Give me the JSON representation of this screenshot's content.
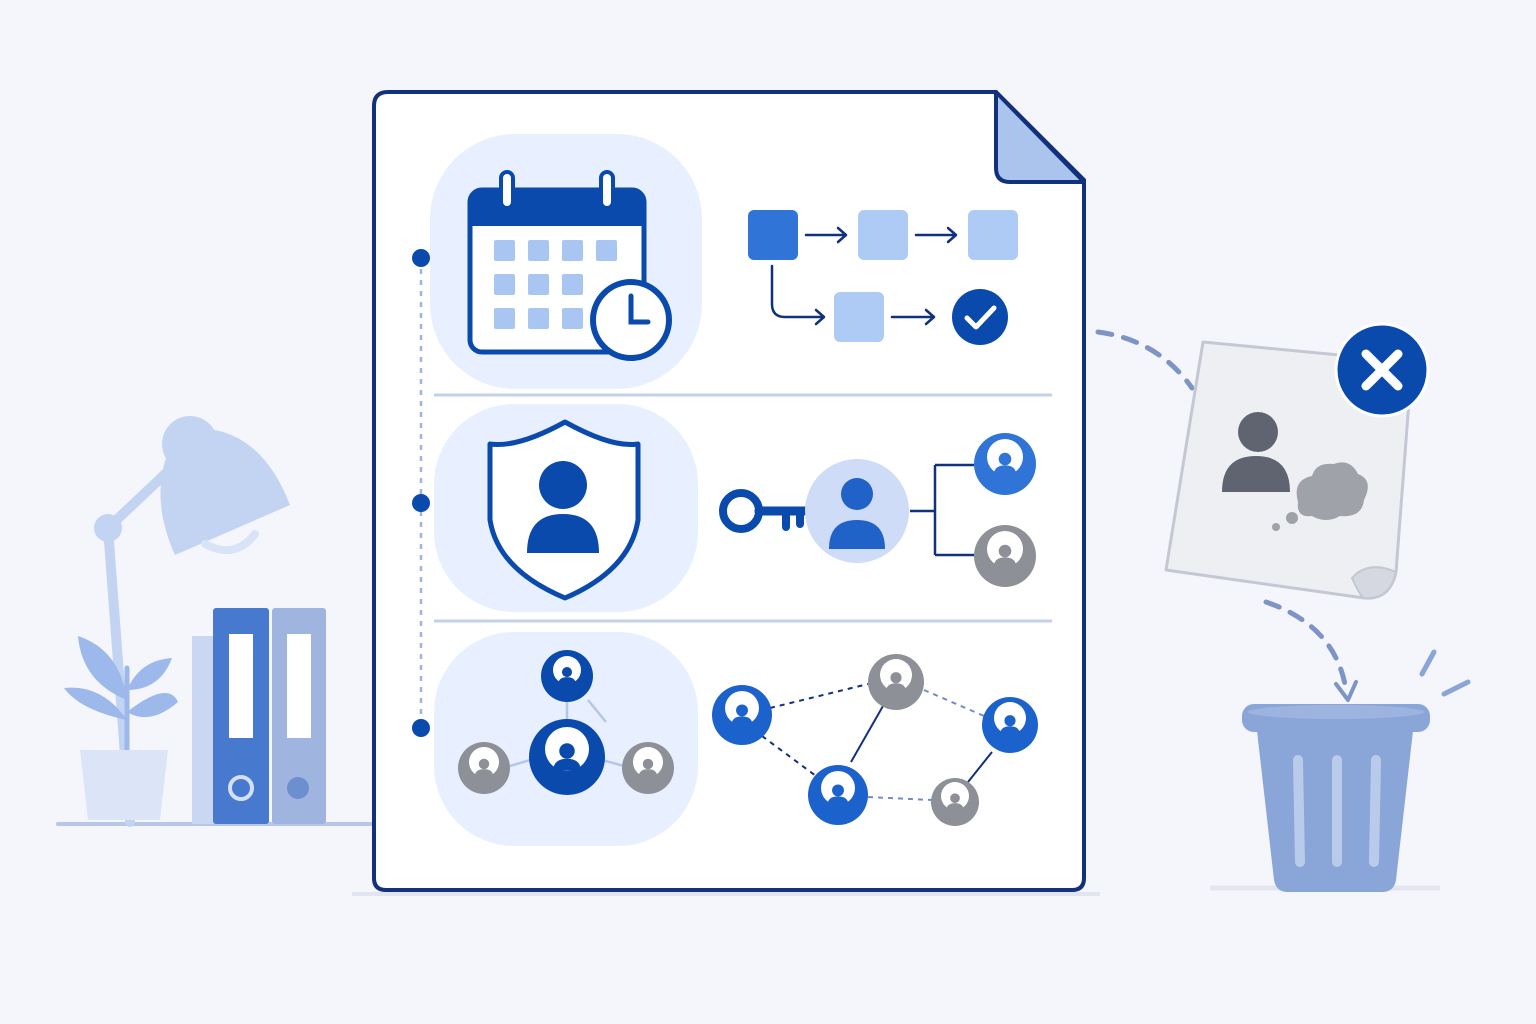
{
  "illustration": {
    "colors": {
      "background": "#f5f6fb",
      "primary": "#0b4aad",
      "primary_mid": "#2f74d6",
      "light_blue": "#aecbf5",
      "panel_tint": "#e8efff",
      "outline": "#11317e",
      "gray_person": "#8e9097",
      "trash": "#8aa5d8",
      "discard_note": "#eeeff3"
    },
    "document": {
      "sections": [
        {
          "id": "scheduling",
          "icon": "calendar-clock-icon",
          "flow": "workflow-steps-with-checkmark"
        },
        {
          "id": "access-control",
          "icon": "shield-user-icon",
          "flow": "key-grants-user-access"
        },
        {
          "id": "team-network",
          "icon": "team-hub-icon",
          "flow": "user-network-graph"
        }
      ]
    },
    "discard": {
      "note_icon": "person-thought-icon",
      "badge_icon": "close-icon",
      "target_icon": "trash-can-icon"
    },
    "desk": {
      "items": [
        "desk-lamp-icon",
        "plant-icon",
        "binder-icon",
        "binder-icon"
      ]
    }
  }
}
